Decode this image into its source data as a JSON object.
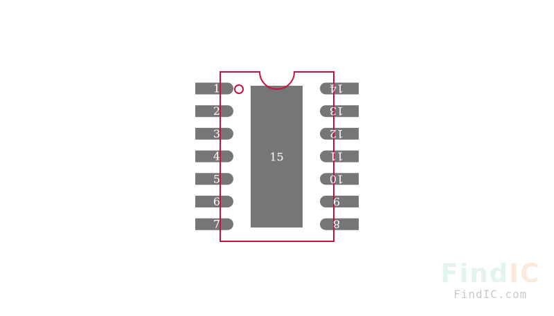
{
  "footprint": {
    "left_pads": [
      "1",
      "2",
      "3",
      "4",
      "5",
      "6",
      "7"
    ],
    "right_pads": [
      "14",
      "13",
      "12",
      "11",
      "10",
      "9",
      "8"
    ],
    "thermal_pad": "15"
  },
  "colors": {
    "pad": "#767676",
    "outline": "#c8103c",
    "pad_text": "#ffffff",
    "background": "#ffffff"
  },
  "watermark": {
    "logo_part1": "Find",
    "logo_part2": "IC",
    "url": "FindIC.com"
  }
}
